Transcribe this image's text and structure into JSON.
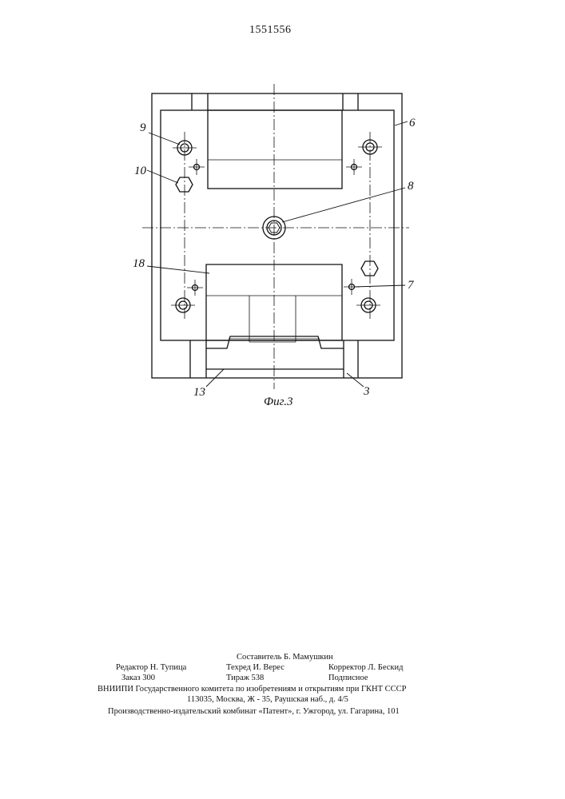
{
  "document": {
    "patent_number": "1551556",
    "figure_caption": "Фиг.3"
  },
  "drawing": {
    "reference_labels": {
      "r9": "9",
      "r6": "6",
      "r10": "10",
      "r8": "8",
      "r18": "18",
      "r7": "7",
      "r13": "13",
      "r3": "3"
    }
  },
  "imprint": {
    "compiler": "Составитель Б. Мамушкин",
    "editor": "Редактор Н. Тупица",
    "techred": "Техред И. Верес",
    "corrector": "Корректор Л. Бескид",
    "order": "Заказ 300",
    "circulation": "Тираж 538",
    "subscription": "Подписное",
    "institute": "ВНИИПИ Государственного комитета по изобретениям и открытиям при ГКНТ СССР",
    "address": "113035, Москва, Ж - 35, Раушская наб., д. 4/5",
    "publisher": "Производственно-издательский комбинат «Патент», г. Ужгород, ул. Гагарина, 101"
  }
}
